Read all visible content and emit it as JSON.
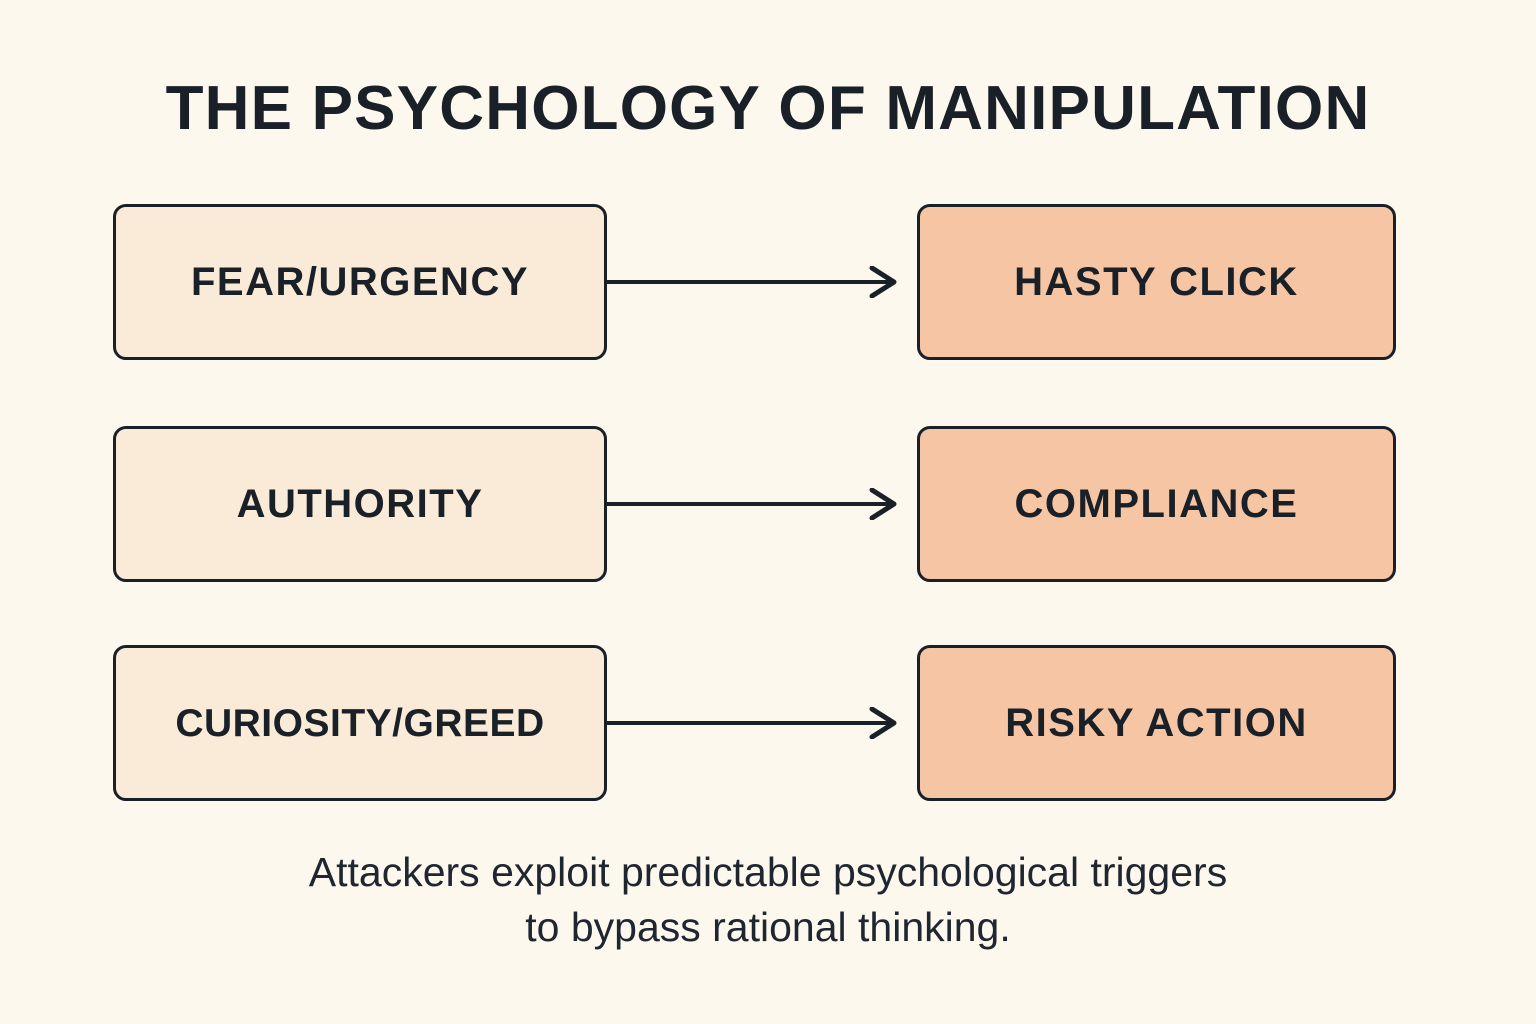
{
  "page": {
    "title": "THE PSYCHOLOGY OF MANIPULATION",
    "background_color": "#FDF8EE",
    "text_color": "#1A2028"
  },
  "colors": {
    "background": "#FDF8EE",
    "trigger_fill": "#FAEBD8",
    "outcome_fill": "#F6C6A4",
    "border": "#1A2028",
    "text": "#1A2028",
    "arrow": "#1A2028"
  },
  "diagram": {
    "type": "flow",
    "arrow_icon": "arrow-right-icon",
    "rows": [
      {
        "trigger": "FEAR/URGENCY",
        "outcome": "HASTY CLICK"
      },
      {
        "trigger": "AUTHORITY",
        "outcome": "COMPLIANCE"
      },
      {
        "trigger": "CURIOSITY/GREED",
        "outcome": "RISKY ACTION"
      }
    ]
  },
  "caption": {
    "line1": "Attackers exploit predictable psychological triggers",
    "line2": "to bypass rational thinking."
  }
}
